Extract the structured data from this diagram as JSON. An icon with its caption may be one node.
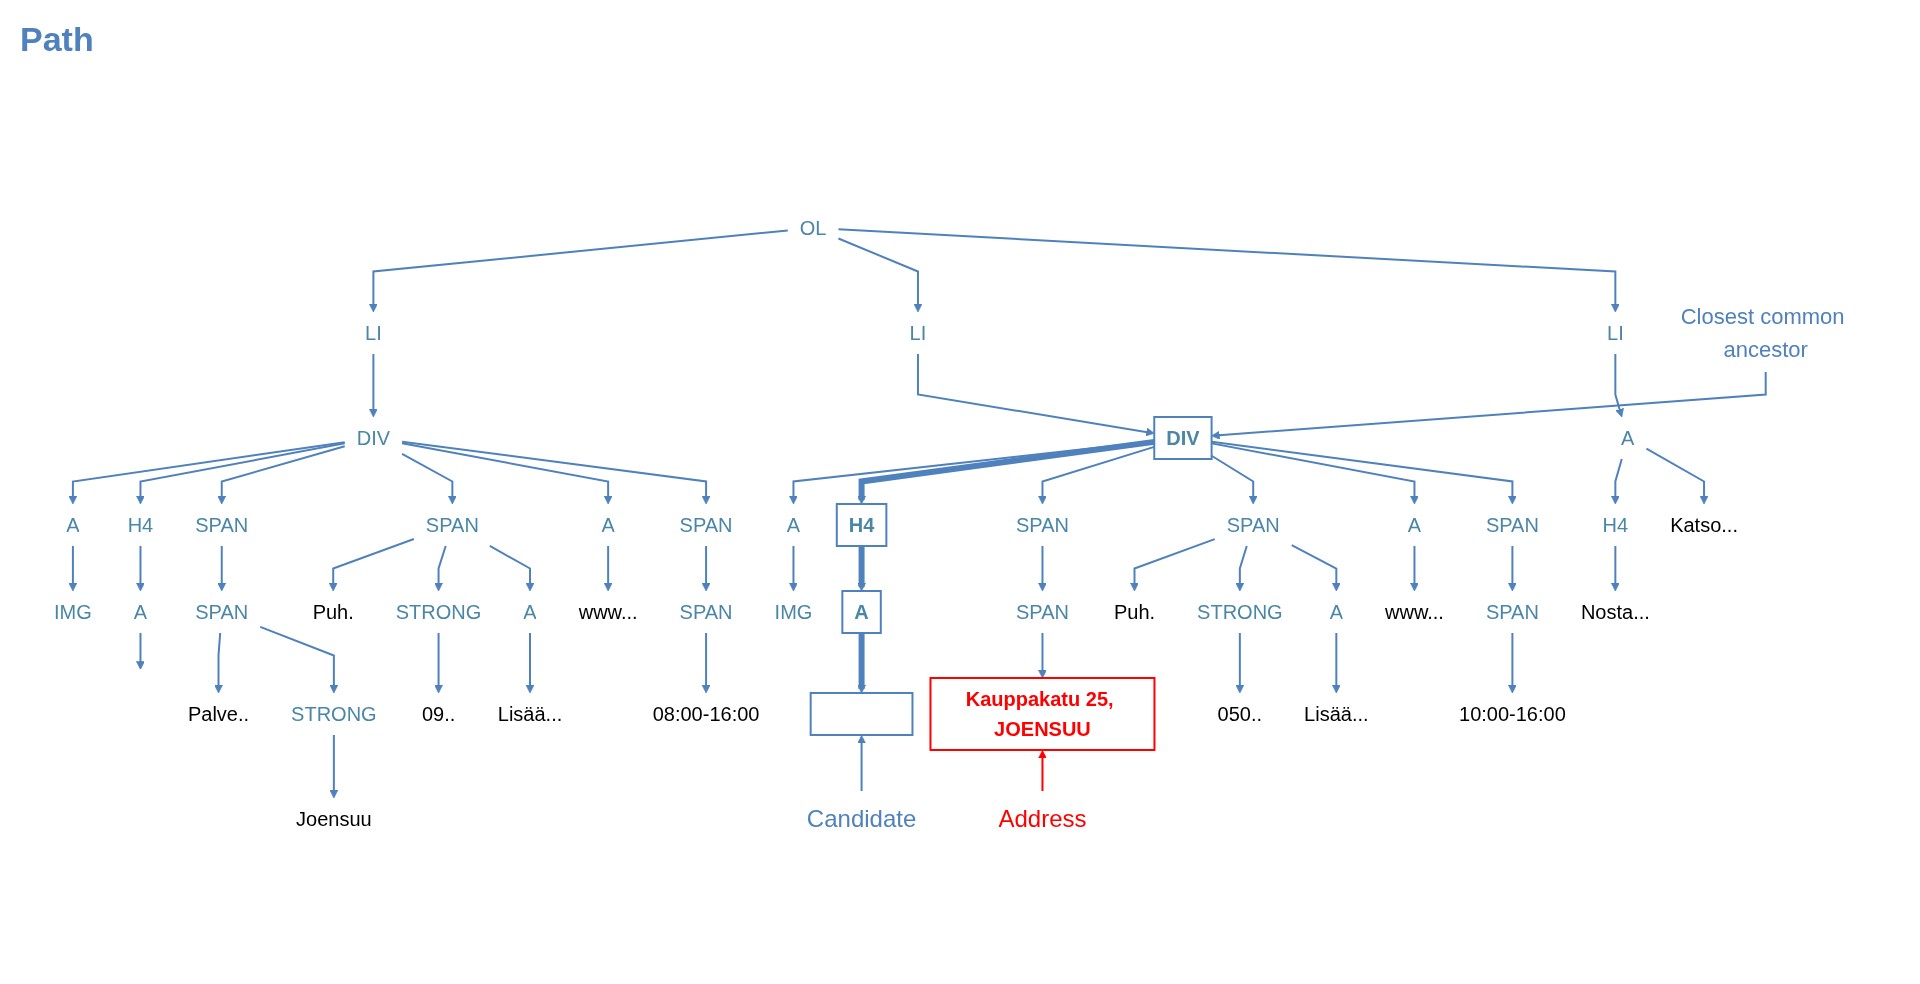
{
  "diagram": {
    "nodes": [
      {
        "text": [
          "OL"
        ]
      },
      {
        "text": [
          "LI"
        ]
      },
      {
        "text": [
          "LI"
        ]
      },
      {
        "text": [
          "LI"
        ]
      },
      {
        "text": [
          "Closest common ancestor"
        ]
      },
      {
        "text": [
          "DIV"
        ]
      },
      {
        "text": [
          "DIV"
        ]
      },
      {
        "text": [
          "A"
        ]
      },
      {
        "text": [
          "H4"
        ]
      },
      {
        "text": [
          "SPAN"
        ]
      },
      {
        "text": [
          "SPAN"
        ]
      },
      {
        "text": [
          "A"
        ]
      },
      {
        "text": [
          "SPAN"
        ]
      },
      {
        "text": [
          "A"
        ]
      },
      {
        "text": [
          "H4"
        ]
      },
      {
        "text": [
          "SPAN"
        ]
      },
      {
        "text": [
          "SPAN"
        ]
      },
      {
        "text": [
          "A"
        ]
      },
      {
        "text": [
          "SPAN"
        ]
      },
      {
        "text": [
          "A"
        ]
      },
      {
        "text": [
          "IMG"
        ]
      },
      {
        "text": [
          "A"
        ]
      },
      {
        "text": [
          "SPAN"
        ]
      },
      {
        "text": [
          "Puh."
        ]
      },
      {
        "text": [
          "STRONG"
        ]
      },
      {
        "text": [
          "A"
        ]
      },
      {
        "text": [
          "www..."
        ]
      },
      {
        "text": [
          "SPAN"
        ]
      },
      {
        "text": [
          "IMG"
        ]
      },
      {
        "text": [
          "A"
        ]
      },
      {
        "text": [
          "SPAN"
        ]
      },
      {
        "text": [
          "Puh."
        ]
      },
      {
        "text": [
          "STRONG"
        ]
      },
      {
        "text": [
          "A"
        ]
      },
      {
        "text": [
          "www..."
        ]
      },
      {
        "text": [
          "SPAN"
        ]
      },
      {
        "text": [
          "H4"
        ]
      },
      {
        "text": [
          "Katso..."
        ]
      },
      {
        "text": [
          "Palve.."
        ]
      },
      {
        "text": [
          "STRONG"
        ]
      },
      {
        "text": [
          "09.."
        ]
      },
      {
        "text": [
          "Lisää..."
        ]
      },
      {
        "text": [
          "08:00-16:00"
        ]
      },
      {
        "text": [],
        "shape": "box"
      },
      {
        "text": [
          "Kauppakatu 25, JOENSUU"
        ]
      },
      {
        "text": [
          "050.."
        ]
      },
      {
        "text": [
          "Lisää..."
        ]
      },
      {
        "text": [
          "10:00-16:00"
        ]
      },
      {
        "text": [
          "Nosta..."
        ]
      },
      {
        "text": [
          "Joensuu"
        ]
      },
      {
        "text": [
          "Candidate"
        ]
      },
      {
        "text": [
          "Address"
        ]
      }
    ],
    "edges": [
      {
        "from": 0,
        "to": 1,
        "arrow": "to"
      },
      {
        "from": 0,
        "to": 2,
        "arrow": "to"
      },
      {
        "from": 0,
        "to": 3,
        "arrow": "to"
      },
      {
        "from": 1,
        "to": 5,
        "arrow": "to"
      },
      {
        "from": 2,
        "to": 6,
        "arrow": "to"
      },
      {
        "from": 3,
        "to": 19,
        "arrow": "to"
      },
      {
        "from": 4,
        "to": 6,
        "arrow": "to"
      },
      {
        "from": 5,
        "to": 7,
        "arrow": "to"
      },
      {
        "from": 5,
        "to": 8,
        "arrow": "to"
      },
      {
        "from": 5,
        "to": 9,
        "arrow": "to"
      },
      {
        "from": 5,
        "to": 10,
        "arrow": "to"
      },
      {
        "from": 5,
        "to": 11,
        "arrow": "to"
      },
      {
        "from": 5,
        "to": 12,
        "arrow": "to"
      },
      {
        "from": 6,
        "to": 13,
        "arrow": "to"
      },
      {
        "from": 6,
        "to": 14,
        "arrow": "to",
        "style": "thick"
      },
      {
        "from": 6,
        "to": 15,
        "arrow": "to"
      },
      {
        "from": 6,
        "to": 16,
        "arrow": "to"
      },
      {
        "from": 6,
        "to": 17,
        "arrow": "to"
      },
      {
        "from": 6,
        "to": 18,
        "arrow": "to"
      },
      {
        "from": 7,
        "to": 20,
        "arrow": "to"
      },
      {
        "from": 8,
        "to": 21,
        "arrow": "to"
      },
      {
        "from": 21,
        "to": null,
        "arrow": "to"
      },
      {
        "from": 9,
        "to": 22,
        "arrow": "to"
      },
      {
        "from": 22,
        "to": 38,
        "arrow": "to"
      },
      {
        "from": 22,
        "to": 39,
        "arrow": "to"
      },
      {
        "from": 39,
        "to": 49,
        "arrow": "to"
      },
      {
        "from": 10,
        "to": 23,
        "arrow": "to"
      },
      {
        "from": 10,
        "to": 24,
        "arrow": "to"
      },
      {
        "from": 10,
        "to": 25,
        "arrow": "to"
      },
      {
        "from": 24,
        "to": 40,
        "arrow": "to"
      },
      {
        "from": 25,
        "to": 41,
        "arrow": "to"
      },
      {
        "from": 11,
        "to": 26,
        "arrow": "to"
      },
      {
        "from": 12,
        "to": 27,
        "arrow": "to"
      },
      {
        "from": 27,
        "to": 42,
        "arrow": "to"
      },
      {
        "from": 13,
        "to": 28,
        "arrow": "to"
      },
      {
        "from": 14,
        "to": 29,
        "arrow": "to",
        "style": "thick"
      },
      {
        "from": 29,
        "to": 43,
        "arrow": "to",
        "style": "thick"
      },
      {
        "from": 15,
        "to": 30,
        "arrow": "to"
      },
      {
        "from": 30,
        "to": 44,
        "arrow": "to"
      },
      {
        "from": 16,
        "to": 31,
        "arrow": "to"
      },
      {
        "from": 16,
        "to": 32,
        "arrow": "to"
      },
      {
        "from": 16,
        "to": 33,
        "arrow": "to"
      },
      {
        "from": 32,
        "to": 45,
        "arrow": "to"
      },
      {
        "from": 33,
        "to": 46,
        "arrow": "to"
      },
      {
        "from": 17,
        "to": 34,
        "arrow": "to"
      },
      {
        "from": 18,
        "to": 35,
        "arrow": "to"
      },
      {
        "from": 35,
        "to": 47,
        "arrow": "to"
      },
      {
        "from": 19,
        "to": 36,
        "arrow": "to"
      },
      {
        "from": 19,
        "to": 37,
        "arrow": "to"
      },
      {
        "from": 36,
        "to": 48,
        "arrow": "to"
      },
      {
        "from": 50,
        "to": 43,
        "arrow": "to"
      },
      {
        "from": 51,
        "to": 44,
        "arrow": "to",
        "color": "#ff0000"
      }
    ],
    "labels": [
      "Path"
    ]
  }
}
